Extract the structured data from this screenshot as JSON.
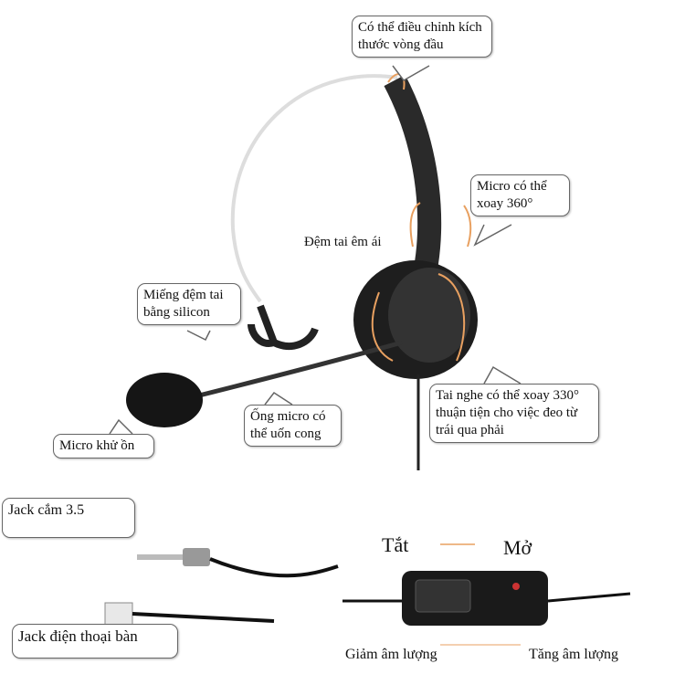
{
  "callouts": {
    "headband": "Có thể điều chỉnh kích thước vòng đầu",
    "mic_rotate": "Micro có thể xoay 360°",
    "ear_cushion": "Đệm tai êm ái",
    "silicon_pad": "Miếng đệm tai bằng silicon",
    "boom": "Ống micro có thể uốn cong",
    "noise_mic": "Micro khử ồn",
    "ear_rotate": "Tai nghe có thể xoay 330° thuận tiện cho việc đeo từ trái qua phải",
    "jack35": "Jack cắm 3.5",
    "jack_phone": "Jack điện thoại bàn"
  },
  "controller": {
    "off": "Tắt",
    "on": "Mở",
    "vol_down": "Giảm âm lượng",
    "vol_up": "Tăng âm lượng"
  },
  "colors": {
    "accent_arrow": "#e8a060",
    "headset": "#2a2a2a"
  }
}
